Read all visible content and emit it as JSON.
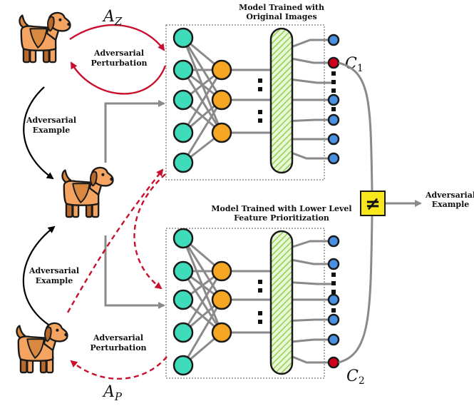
{
  "top_model": {
    "title_line1": "Model Trained with",
    "title_line2": "Original Images",
    "class_label": "C",
    "class_sub": "1"
  },
  "bottom_model": {
    "title_line1": "Model Trained with Lower Level",
    "title_line2": "Feature Prioritization",
    "class_label": "C",
    "class_sub": "2"
  },
  "labels": {
    "adv_perturbation_top_1": "Adversarial",
    "adv_perturbation_top_2": "Perturbation",
    "adv_example_left_top_1": "Adversarial",
    "adv_example_left_top_2": "Example",
    "adv_example_left_bottom_1": "Adversarial",
    "adv_example_left_bottom_2": "Example",
    "adv_perturbation_bottom_1": "Adversarial",
    "adv_perturbation_bottom_2": "Perturbation",
    "output_1": "Adversarial",
    "output_2": "Example",
    "a_z": "A",
    "a_z_sub": "Z",
    "a_p": "A",
    "a_p_sub": "P",
    "compare_symbol": "≠"
  },
  "colors": {
    "input_node": "#3fdcbc",
    "hidden_node": "#f5a623",
    "output_node": "#4a90e2",
    "class_node": "#d0021b",
    "bar_fill": "#b8e986",
    "compare_box": "#f8e71c",
    "red_arrow": "#c8102e",
    "dog_body": "#f4a460",
    "dog_dark": "#c87838"
  }
}
